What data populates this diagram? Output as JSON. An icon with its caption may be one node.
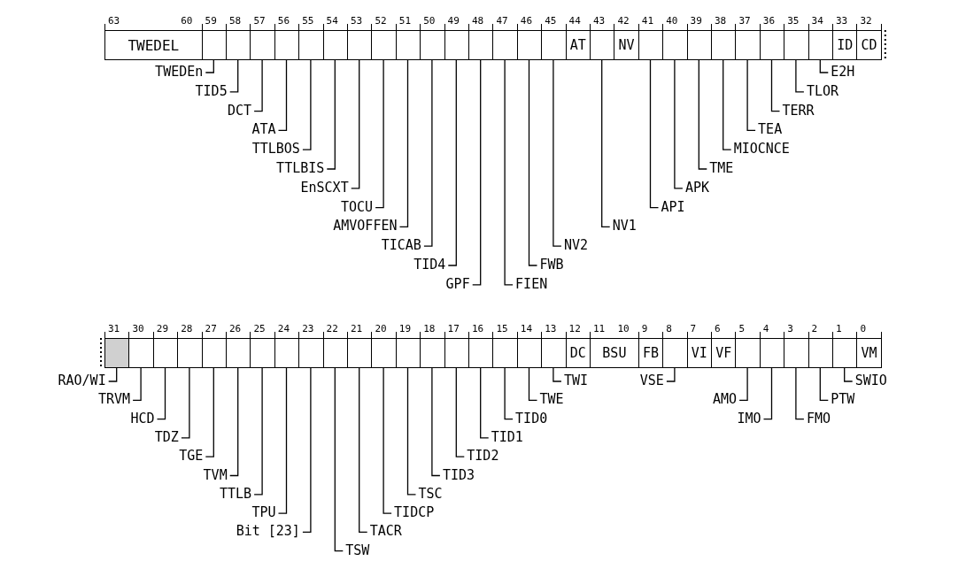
{
  "diagram": {
    "nodes": [
      {
        "text": [
          "TWEDEL"
        ]
      },
      {
        "text": [],
        "shape": "box"
      },
      {
        "text": [],
        "shape": "box"
      },
      {
        "text": [],
        "shape": "box"
      },
      {
        "text": [],
        "shape": "box"
      },
      {
        "text": [],
        "shape": "box"
      },
      {
        "text": [],
        "shape": "box"
      },
      {
        "text": [],
        "shape": "box"
      },
      {
        "text": [],
        "shape": "box"
      },
      {
        "text": [],
        "shape": "box"
      },
      {
        "text": [],
        "shape": "box"
      },
      {
        "text": [],
        "shape": "box"
      },
      {
        "text": [],
        "shape": "box"
      },
      {
        "text": [],
        "shape": "box"
      },
      {
        "text": [],
        "shape": "box"
      },
      {
        "text": [],
        "shape": "box"
      },
      {
        "text": [
          "AT"
        ]
      },
      {
        "text": [],
        "shape": "box"
      },
      {
        "text": [
          "NV"
        ]
      },
      {
        "text": [],
        "shape": "box"
      },
      {
        "text": [],
        "shape": "box"
      },
      {
        "text": [],
        "shape": "box"
      },
      {
        "text": [],
        "shape": "box"
      },
      {
        "text": [],
        "shape": "box"
      },
      {
        "text": [],
        "shape": "box"
      },
      {
        "text": [],
        "shape": "box"
      },
      {
        "text": [],
        "shape": "box"
      },
      {
        "text": [
          "ID"
        ]
      },
      {
        "text": [
          "CD"
        ]
      },
      {
        "text": [
          "TWEDEn"
        ]
      },
      {
        "text": [
          "TID5"
        ]
      },
      {
        "text": [
          "DCT"
        ]
      },
      {
        "text": [
          "ATA"
        ]
      },
      {
        "text": [
          "TTLBOS"
        ]
      },
      {
        "text": [
          "TTLBIS"
        ]
      },
      {
        "text": [
          "EnSCXT"
        ]
      },
      {
        "text": [
          "TOCU"
        ]
      },
      {
        "text": [
          "AMVOFFEN"
        ]
      },
      {
        "text": [
          "TICAB"
        ]
      },
      {
        "text": [
          "TID4"
        ]
      },
      {
        "text": [
          "GPF"
        ]
      },
      {
        "text": [
          "FIEN"
        ]
      },
      {
        "text": [
          "FWB"
        ]
      },
      {
        "text": [
          "NV2"
        ]
      },
      {
        "text": [
          "NV1"
        ]
      },
      {
        "text": [
          "API"
        ]
      },
      {
        "text": [
          "APK"
        ]
      },
      {
        "text": [
          "TME"
        ]
      },
      {
        "text": [
          "MIOCNCE"
        ]
      },
      {
        "text": [
          "TEA"
        ]
      },
      {
        "text": [
          "TERR"
        ]
      },
      {
        "text": [
          "TLOR"
        ]
      },
      {
        "text": [
          "E2H"
        ]
      },
      {
        "text": [],
        "shape": "box"
      },
      {
        "text": [],
        "shape": "box"
      },
      {
        "text": [],
        "shape": "box"
      },
      {
        "text": [],
        "shape": "box"
      },
      {
        "text": [],
        "shape": "box"
      },
      {
        "text": [],
        "shape": "box"
      },
      {
        "text": [],
        "shape": "box"
      },
      {
        "text": [],
        "shape": "box"
      },
      {
        "text": [],
        "shape": "box"
      },
      {
        "text": [],
        "shape": "box"
      },
      {
        "text": [],
        "shape": "box"
      },
      {
        "text": [],
        "shape": "box"
      },
      {
        "text": [],
        "shape": "box"
      },
      {
        "text": [],
        "shape": "box"
      },
      {
        "text": [],
        "shape": "box"
      },
      {
        "text": [],
        "shape": "box"
      },
      {
        "text": [],
        "shape": "box"
      },
      {
        "text": [],
        "shape": "box"
      },
      {
        "text": [],
        "shape": "box"
      },
      {
        "text": [
          "DC"
        ]
      },
      {
        "text": [
          "BSU"
        ]
      },
      {
        "text": [
          "FB"
        ]
      },
      {
        "text": [],
        "shape": "box"
      },
      {
        "text": [
          "VI"
        ]
      },
      {
        "text": [
          "VF"
        ]
      },
      {
        "text": [],
        "shape": "box"
      },
      {
        "text": [],
        "shape": "box"
      },
      {
        "text": [],
        "shape": "box"
      },
      {
        "text": [],
        "shape": "box"
      },
      {
        "text": [],
        "shape": "box"
      },
      {
        "text": [
          "VM"
        ]
      },
      {
        "text": [
          "RAO/WI"
        ]
      },
      {
        "text": [
          "TRVM"
        ]
      },
      {
        "text": [
          "HCD"
        ]
      },
      {
        "text": [
          "TDZ"
        ]
      },
      {
        "text": [
          "TGE"
        ]
      },
      {
        "text": [
          "TVM"
        ]
      },
      {
        "text": [
          "TTLB"
        ]
      },
      {
        "text": [
          "TPU"
        ]
      },
      {
        "text": [
          "Bit [23]"
        ]
      },
      {
        "text": [
          "TSW"
        ]
      },
      {
        "text": [
          "TACR"
        ]
      },
      {
        "text": [
          "TIDCP"
        ]
      },
      {
        "text": [
          "TSC"
        ]
      },
      {
        "text": [
          "TID3"
        ]
      },
      {
        "text": [
          "TID2"
        ]
      },
      {
        "text": [
          "TID1"
        ]
      },
      {
        "text": [
          "TID0"
        ]
      },
      {
        "text": [
          "TWE"
        ]
      },
      {
        "text": [
          "TWI"
        ]
      },
      {
        "text": [
          "VSE"
        ]
      },
      {
        "text": [
          "AMO"
        ]
      },
      {
        "text": [
          "IMO"
        ]
      },
      {
        "text": [
          "FMO"
        ]
      },
      {
        "text": [
          "PTW"
        ]
      },
      {
        "text": [
          "SWIO"
        ]
      }
    ],
    "edges": [
      {
        "from": 29,
        "to": 1,
        "arrow": "none"
      },
      {
        "from": 30,
        "to": 2,
        "arrow": "none"
      },
      {
        "from": 31,
        "to": 3,
        "arrow": "none"
      },
      {
        "from": 32,
        "to": 4,
        "arrow": "none"
      },
      {
        "from": 33,
        "to": 5,
        "arrow": "none"
      },
      {
        "from": 34,
        "to": 6,
        "arrow": "none"
      },
      {
        "from": 35,
        "to": 7,
        "arrow": "none"
      },
      {
        "from": 36,
        "to": 8,
        "arrow": "none"
      },
      {
        "from": 37,
        "to": 9,
        "arrow": "none"
      },
      {
        "from": 38,
        "to": 10,
        "arrow": "none"
      },
      {
        "from": 39,
        "to": 11,
        "arrow": "none"
      },
      {
        "from": 40,
        "to": 12,
        "arrow": "none"
      },
      {
        "from": 41,
        "to": 13,
        "arrow": "none"
      },
      {
        "from": 42,
        "to": 14,
        "arrow": "none"
      },
      {
        "from": 43,
        "to": 15,
        "arrow": "none"
      },
      {
        "from": 44,
        "to": 17,
        "arrow": "none"
      },
      {
        "from": 45,
        "to": 19,
        "arrow": "none"
      },
      {
        "from": 46,
        "to": 20,
        "arrow": "none"
      },
      {
        "from": 47,
        "to": 21,
        "arrow": "none"
      },
      {
        "from": 48,
        "to": 22,
        "arrow": "none"
      },
      {
        "from": 49,
        "to": 23,
        "arrow": "none"
      },
      {
        "from": 50,
        "to": 24,
        "arrow": "none"
      },
      {
        "from": 51,
        "to": 25,
        "arrow": "none"
      },
      {
        "from": 52,
        "to": 26,
        "arrow": "none"
      },
      {
        "from": 84,
        "to": 53,
        "arrow": "none"
      },
      {
        "from": 85,
        "to": 54,
        "arrow": "none"
      },
      {
        "from": 86,
        "to": 55,
        "arrow": "none"
      },
      {
        "from": 87,
        "to": 56,
        "arrow": "none"
      },
      {
        "from": 88,
        "to": 57,
        "arrow": "none"
      },
      {
        "from": 89,
        "to": 58,
        "arrow": "none"
      },
      {
        "from": 90,
        "to": 59,
        "arrow": "none"
      },
      {
        "from": 91,
        "to": 60,
        "arrow": "none"
      },
      {
        "from": 92,
        "to": 61,
        "arrow": "none"
      },
      {
        "from": 93,
        "to": 62,
        "arrow": "none"
      },
      {
        "from": 94,
        "to": 63,
        "arrow": "none"
      },
      {
        "from": 95,
        "to": 64,
        "arrow": "none"
      },
      {
        "from": 96,
        "to": 65,
        "arrow": "none"
      },
      {
        "from": 97,
        "to": 66,
        "arrow": "none"
      },
      {
        "from": 98,
        "to": 67,
        "arrow": "none"
      },
      {
        "from": 99,
        "to": 68,
        "arrow": "none"
      },
      {
        "from": 100,
        "to": 69,
        "arrow": "none"
      },
      {
        "from": 101,
        "to": 70,
        "arrow": "none"
      },
      {
        "from": 102,
        "to": 71,
        "arrow": "none"
      },
      {
        "from": 103,
        "to": 75,
        "arrow": "none"
      },
      {
        "from": 104,
        "to": 78,
        "arrow": "none"
      },
      {
        "from": 105,
        "to": 79,
        "arrow": "none"
      },
      {
        "from": 106,
        "to": 80,
        "arrow": "none"
      },
      {
        "from": 107,
        "to": 81,
        "arrow": "none"
      },
      {
        "from": 108,
        "to": 82,
        "arrow": "none"
      }
    ],
    "labels": [
      "63",
      "60",
      "59",
      "58",
      "57",
      "56",
      "55",
      "54",
      "53",
      "52",
      "51",
      "50",
      "49",
      "48",
      "47",
      "46",
      "45",
      "44",
      "43",
      "42",
      "41",
      "40",
      "39",
      "38",
      "37",
      "36",
      "35",
      "34",
      "33",
      "32",
      "31",
      "30",
      "29",
      "28",
      "27",
      "26",
      "25",
      "24",
      "23",
      "22",
      "21",
      "20",
      "19",
      "18",
      "17",
      "16",
      "15",
      "14",
      "13",
      "12",
      "11",
      "10",
      "9",
      "8",
      "7",
      "6",
      "5",
      "4",
      "3",
      "2",
      "1",
      "0"
    ]
  }
}
